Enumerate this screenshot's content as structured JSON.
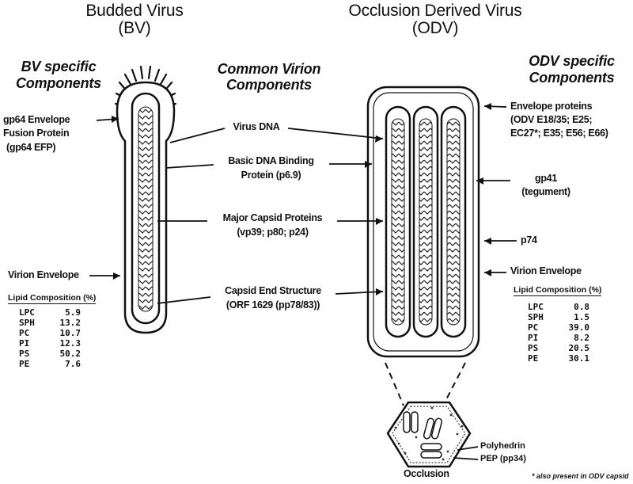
{
  "titles": {
    "bv": "Budded Virus",
    "bv_abbr": "(BV)",
    "odv": "Occlusion Derived Virus",
    "odv_abbr": "(ODV)"
  },
  "subtitles": {
    "bv_specific_1": "BV specific",
    "bv_specific_2": "Components",
    "common_1": "Common Virion",
    "common_2": "Components",
    "odv_specific_1": "ODV specific",
    "odv_specific_2": "Components"
  },
  "bv_labels": {
    "gp64_1": "gp64 Envelope",
    "gp64_2": "Fusion Protein",
    "gp64_3": "(gp64 EFP)",
    "virion_envelope": "Virion Envelope"
  },
  "common_labels": {
    "virus_dna": "Virus DNA",
    "dna_binding_1": "Basic DNA Binding",
    "dna_binding_2": "Protein (p6.9)",
    "capsid_1": "Major Capsid Proteins",
    "capsid_2": "(vp39; p80; p24)",
    "end_1": "Capsid End Structure",
    "end_2": "(ORF 1629 (pp78/83))"
  },
  "odv_labels": {
    "env_1": "Envelope proteins",
    "env_2": "(ODV E18/35; E25;",
    "env_3": "EC27*; E35; E56; E66)",
    "gp41_1": "gp41",
    "gp41_2": "(tegument)",
    "p74": "p74",
    "virion_envelope": "Virion Envelope",
    "polyhedrin": "Polyhedrin",
    "pep": "PEP (pp34)",
    "occlusion": "Occlusion"
  },
  "lipid_bv": {
    "heading": "Lipid Composition (%)",
    "rows": [
      {
        "name": "LPC",
        "value": "5.9"
      },
      {
        "name": "SPH",
        "value": "13.2"
      },
      {
        "name": "PC",
        "value": "10.7"
      },
      {
        "name": "PI",
        "value": "12.3"
      },
      {
        "name": "PS",
        "value": "50.2"
      },
      {
        "name": "PE",
        "value": "7.6"
      }
    ]
  },
  "lipid_odv": {
    "heading": "Lipid Composition (%)",
    "rows": [
      {
        "name": "LPC",
        "value": "0.8"
      },
      {
        "name": "SPH",
        "value": "1.5"
      },
      {
        "name": "PC",
        "value": "39.0"
      },
      {
        "name": "PI",
        "value": "8.2"
      },
      {
        "name": "PS",
        "value": "20.5"
      },
      {
        "name": "PE",
        "value": "30.1"
      }
    ]
  },
  "footnote": "* also present in ODV capsid"
}
